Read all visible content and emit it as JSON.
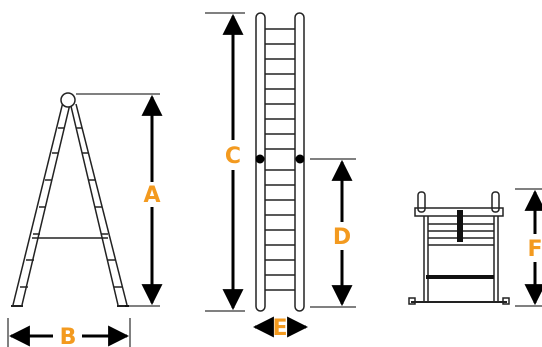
{
  "labels": {
    "a": "A",
    "b": "B",
    "c": "C",
    "d": "D",
    "e": "E",
    "f": "F"
  },
  "colors": {
    "label": "#f39a1f",
    "line": "#1a1a1a"
  }
}
